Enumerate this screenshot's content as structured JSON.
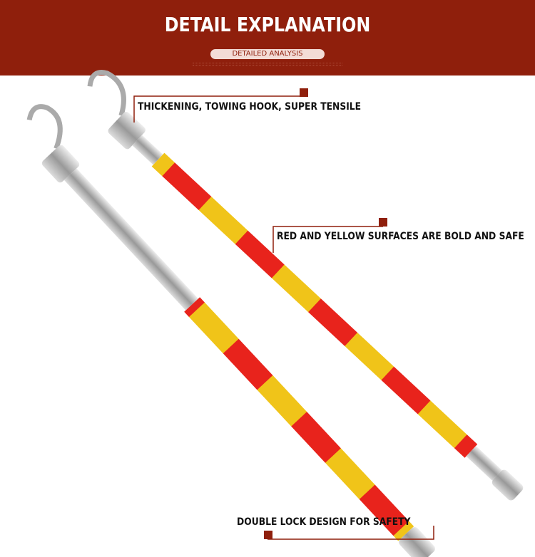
{
  "header": {
    "title": "DETAIL EXPLANATION",
    "subtitle": "DETAILED ANALYSIS",
    "background": "#8f1f0c"
  },
  "callouts": [
    {
      "text": "THICKENING, TOWING HOOK, SUPER TENSILE"
    },
    {
      "text": "RED AND YELLOW SURFACES ARE BOLD AND SAFE"
    },
    {
      "text": "DOUBLE LOCK DESIGN FOR SAFETY"
    }
  ],
  "colors": {
    "red": "#e8231c",
    "yellow": "#f0c419",
    "accent": "#8f1f0c"
  }
}
